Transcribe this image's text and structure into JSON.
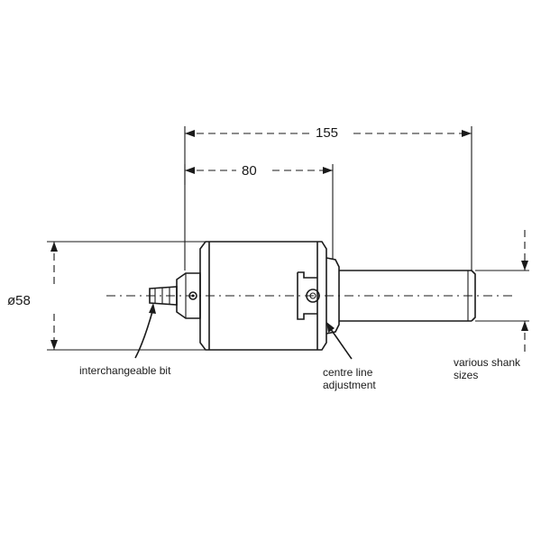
{
  "dimensions": {
    "overall_length": "155",
    "body_length": "80",
    "diameter": "ø58"
  },
  "callouts": {
    "bit": "interchangeable bit",
    "centre_line_1": "centre line",
    "centre_line_2": "adjustment",
    "shank_1": "various shank",
    "shank_2": "sizes"
  }
}
